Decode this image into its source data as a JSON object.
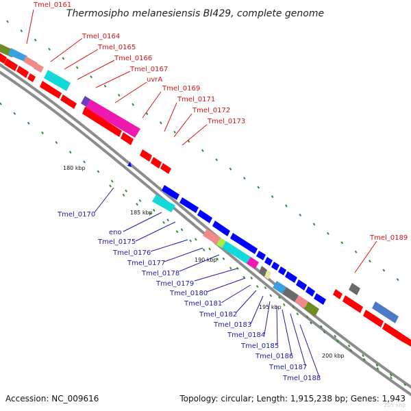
{
  "title": "Thermosipho melanesiensis BI429, complete genome",
  "footer": {
    "accession": "Accession: NC_009616",
    "summary": "Topology: circular; Length: 1,915,238 bp; Genes: 1,943"
  },
  "corner_text": "205 kbp",
  "scale_labels": [
    "180 kbp",
    "185 kbp",
    "190 kbp",
    "195 kbp",
    "200 kbp"
  ],
  "forward_gene_labels": [
    "Tmel_0161",
    "Tmel_0164",
    "Tmel_0165",
    "Tmel_0166",
    "Tmel_0167",
    "uvrA",
    "Tmel_0169",
    "Tmel_0171",
    "Tmel_0172",
    "Tmel_0173",
    "Tmel_0189"
  ],
  "reverse_gene_labels": [
    "Tmel_0170",
    "eno",
    "Tmel_0175",
    "Tmel_0176",
    "Tmel_0177",
    "Tmel_0178",
    "Tmel_0179",
    "Tmel_0180",
    "Tmel_0181",
    "Tmel_0182",
    "Tmel_0183",
    "Tmel_0184",
    "Tmel_0185",
    "Tmel_0186",
    "Tmel_0187",
    "Tmel_0188"
  ],
  "colors": {
    "forward_gene": "#ff0000",
    "reverse_gene": "#0000ff",
    "forward_label": "#d11111",
    "reverse_label": "#1a1aa8",
    "backbone": "#8c8c8c",
    "tick": "#2e8b2e",
    "cog_cyan": "#14d9d9",
    "cog_magenta": "#ee1ab0",
    "cog_salmon": "#f08a8a",
    "cog_olive": "#6e8c23",
    "cog_skyblue": "#3aa0e0",
    "cog_grey": "#6a6a6a",
    "cog_purple": "#6a40c0",
    "cog_steelblue": "#4a7ac8"
  }
}
